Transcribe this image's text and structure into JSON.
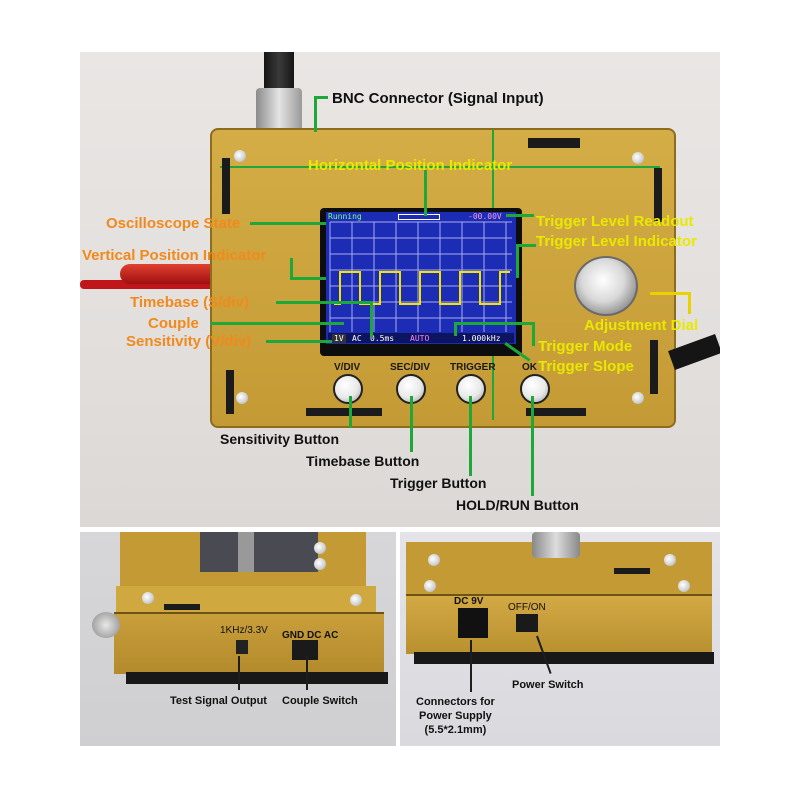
{
  "labels": {
    "bnc": "BNC Connector (Signal Input)",
    "horizontal": "Horizontal Position Indicator",
    "osc_state": "Oscilloscope State",
    "trig_readout": "Trigger Level Readout",
    "trig_indicator": "Trigger Level Indicator",
    "vertical": "Vertical Position Indicator",
    "timebase": "Timebase (S/div)",
    "couple": "Couple",
    "sensitivity": "Sensitivity (V/div)",
    "dial": "Adjustment Dial",
    "trig_mode": "Trigger Mode",
    "trig_slope": "Trigger Slope",
    "sens_btn": "Sensitivity Button",
    "timebase_btn": "Timebase Button",
    "trigger_btn": "Trigger Button",
    "hold_btn": "HOLD/RUN Button",
    "test_signal": "Test Signal Output",
    "couple_switch": "Couple Switch",
    "power_supply": "Connectors for\nPower Supply\n(5.5*2.1mm)",
    "power_switch": "Power Switch"
  },
  "buttons": [
    "V/DIV",
    "SEC/DIV",
    "TRIGGER",
    "OK"
  ],
  "screen": {
    "state": "Running",
    "trig_level": "-00.00V",
    "sens": "1V",
    "couple": "AC",
    "timebase": "0.5ms",
    "mode": "AUTO",
    "freq": "1.000kHz"
  },
  "panel": {
    "test": "1KHz/3.3V",
    "gnd_dc_ac": "GND DC AC",
    "dc9v": "DC 9V",
    "offon": "OFF/ON"
  },
  "colors": {
    "board": "#c9a23d",
    "wire_green": "#1fa83a",
    "label_orange": "#f08a1c",
    "label_yellow": "#e8e800",
    "screen_bg": "#1c2cb4"
  }
}
